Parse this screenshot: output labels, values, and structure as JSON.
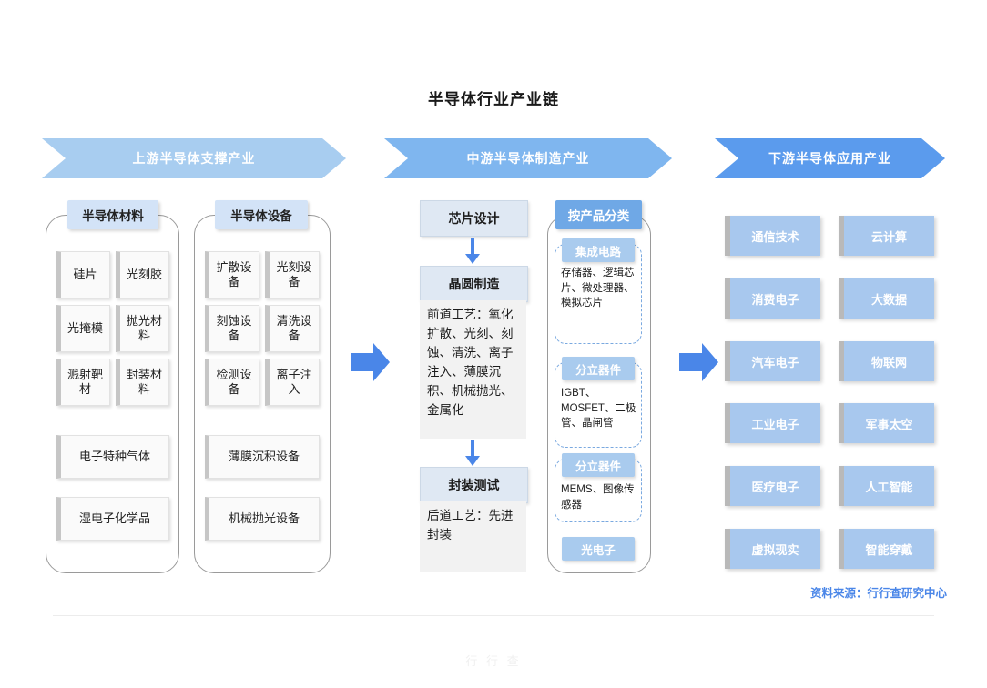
{
  "title": "半导体行业产业链",
  "banners": {
    "upstream": "上游半导体支撑产业",
    "midstream": "中游半导体制造产业",
    "downstream": "下游半导体应用产业"
  },
  "upstream": {
    "materials": {
      "header": "半导体材料",
      "items": [
        "硅片",
        "光刻胶",
        "光掩模",
        "抛光材料",
        "溅射靶材",
        "封装材料",
        "电子特种气体",
        "湿电子化学品"
      ]
    },
    "equipment": {
      "header": "半导体设备",
      "items": [
        "扩散设备",
        "光刻设备",
        "刻蚀设备",
        "清洗设备",
        "检测设备",
        "离子注入",
        "薄膜沉积设备",
        "机械抛光设备"
      ]
    }
  },
  "midstream": {
    "process": {
      "design": "芯片设计",
      "wafer": "晶圆制造",
      "front_end_text": "前道工艺：氧化扩散、光刻、刻蚀、清洗、离子注入、薄膜沉积、机械抛光、金属化",
      "packaging": "封装测试",
      "back_end_text": "后道工艺：先进封装"
    },
    "products": {
      "header": "按产品分类",
      "groups": [
        {
          "label": "集成电路",
          "content": "存储器、逻辑芯片、微处理器、模拟芯片"
        },
        {
          "label": "分立器件",
          "content": "IGBT、MOSFET、二极管、晶闸管"
        },
        {
          "label": "分立器件",
          "content": "MEMS、图像传感器"
        }
      ],
      "optoelectronics": "光电子"
    }
  },
  "downstream": {
    "items": [
      "通信技术",
      "云计算",
      "消费电子",
      "大数据",
      "汽车电子",
      "物联网",
      "工业电子",
      "军事太空",
      "医疗电子",
      "人工智能",
      "虚拟现实",
      "智能穿戴"
    ]
  },
  "source": "资料来源：行行查研究中心",
  "colors": {
    "banner_upstream": "#a8cdf0",
    "banner_midstream": "#7fb6ef",
    "banner_downstream": "#5b9bed",
    "arrow": "#4a86e8",
    "app_tile": "#a8c8ee",
    "source_text": "#4a86e8"
  }
}
